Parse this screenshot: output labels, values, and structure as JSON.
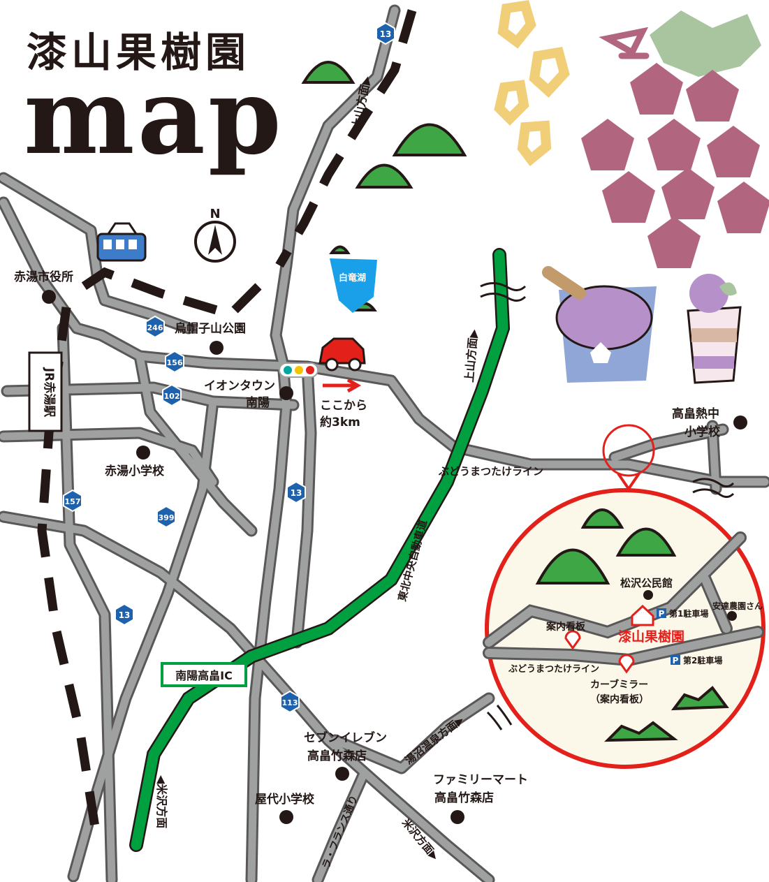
{
  "title": {
    "main": "漆山果樹園",
    "sub": "map"
  },
  "compass": {
    "label": "N"
  },
  "colors": {
    "road": "#9fa0a0",
    "road_outline": "#595757",
    "expressway": "#00a040",
    "route_shield": "#1e62ad",
    "accent_red": "#e4201b",
    "lake": "#1aa0e8",
    "hill": "#3ea645",
    "grape": "#b2657e",
    "grape_leaf": "#a8c5a0",
    "text": "#231815"
  },
  "routes": {
    "r13_top": "13",
    "r246": "246",
    "r156": "156",
    "r102": "102",
    "r13_mid": "13",
    "r157": "157",
    "r399": "399",
    "r13_low": "13",
    "r113": "113"
  },
  "places": {
    "city_hall": "赤湯市役所",
    "park": "烏帽子山公園",
    "aeon_line1": "イオンタウン",
    "aeon_line2": "南陽",
    "akayu_school": "赤湯小学校",
    "lake": "白竜湖",
    "takahata_school_line1": "高畠熱中",
    "takahata_school_line2": "小学校",
    "seven_line1": "セブンイレブン",
    "seven_line2": "高畠竹森店",
    "yashiro_school": "屋代小学校",
    "family_line1": "ファミリーマート",
    "family_line2": "高畠竹森店",
    "station": "JR赤湯駅",
    "ic": "南陽高畠IC"
  },
  "directions": {
    "kaminoyama_top": "上山方面▶",
    "kaminoyama_exp": "上山方面▶",
    "from_here_line1": "ここから",
    "from_here_line2": "約3km",
    "yonezawa_left": "◀米沢方面",
    "yuzawa": "湯沼温泉方面▶",
    "yonezawa_right": "米沢方面▶"
  },
  "roads": {
    "budou_line": "ぶどうまつたけライン",
    "expressway": "東北中央自動車道",
    "la_france": "ラ・フランス通り"
  },
  "inset": {
    "community_hall": "松沢公民館",
    "parking1": "第1駐車場",
    "adachi": "安達農園さん",
    "sign": "案内看板",
    "orchard": "漆山果樹園",
    "budou_line": "ぶどうまつたけライン",
    "parking2": "第2駐車場",
    "mirror_line1": "カーブミラー",
    "mirror_line2": "（案内看板）",
    "parking_mark": "P"
  }
}
